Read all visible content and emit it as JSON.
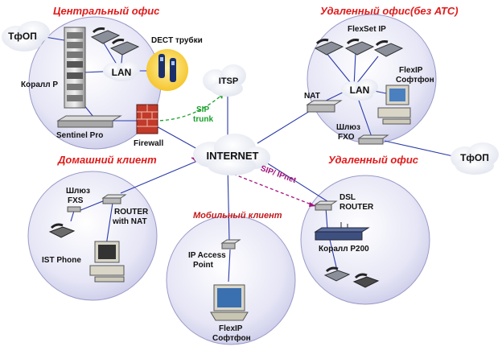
{
  "zones": {
    "central_office": "Центральный офис",
    "remote_office_no_pbx": "Удаленный офис(без АТС)",
    "home_client": "Домашний клиент",
    "remote_office": "Удаленный офис",
    "mobile_client": "Мобильный клиент"
  },
  "clouds": {
    "pstn_left": "ТфОП",
    "pstn_right": "ТфОП",
    "itsp": "ITSP",
    "internet": "INTERNET",
    "lan_central": "LAN",
    "lan_remote": "LAN"
  },
  "labels": {
    "dect": "DECT трубки",
    "korall_p": "Коралл Р",
    "sentinel": "Sentinel Pro",
    "firewall": "Firewall",
    "sip_trunk_1": "SIP",
    "sip_trunk_2": "trunk",
    "flexset": "FlexSet IP",
    "flexip_soft_1": "FlexIP",
    "flexip_soft_2": "Софтфон",
    "nat": "NAT",
    "fxo_1": "Шлюз",
    "fxo_2": "FXO",
    "sip_ipnet": "SIP/ IPnet",
    "fxs_1": "Шлюз",
    "fxs_2": "FXS",
    "router_nat_1": "ROUTER",
    "router_nat_2": "with NAT",
    "ist_phone": "IST Phone",
    "dsl_1": "DSL",
    "dsl_2": "ROUTER",
    "korall_p200": "Коралл Р200",
    "ap_1": "IP Access",
    "ap_2": "Point",
    "mobile_soft_1": "FlexIP",
    "mobile_soft_2": "Софтфон"
  },
  "colors": {
    "zone_title": "#e01b1b",
    "sip_trunk": "#19a02a",
    "sip_ipnet": "#a0147a",
    "link_line": "#2b3aa8"
  }
}
